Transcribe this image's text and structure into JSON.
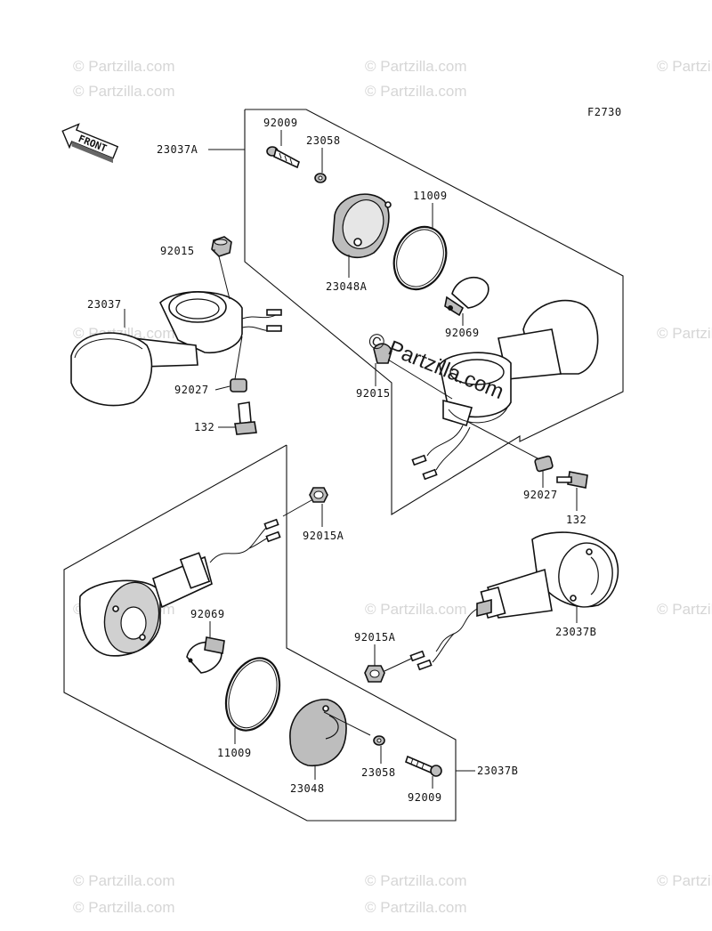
{
  "diagram_code": "F2730",
  "front_label": "FRONT",
  "center_watermark": "© Partzilla.com",
  "watermark_text": "© Partzilla.com",
  "callouts": {
    "top_bolt": "92009",
    "top_nut_small": "23058",
    "top_oring": "11009",
    "top_housing": "23048A",
    "top_bulb": "92069",
    "top_assembly": "23037A",
    "left_nut": "92015",
    "left_signal": "23037",
    "left_collar": "92027",
    "left_bolt": "132",
    "mid_nut": "92015",
    "right_collar": "92027",
    "right_bolt": "132",
    "bottom_nut_a": "92015A",
    "bottom_bulb": "92069",
    "bottom_oring": "11009",
    "bottom_lens": "23048",
    "bottom_nut_small": "23058",
    "bottom_screw": "92009",
    "bottom_assembly": "23037B",
    "right_nut_a": "92015A",
    "right_signal": "23037B"
  }
}
